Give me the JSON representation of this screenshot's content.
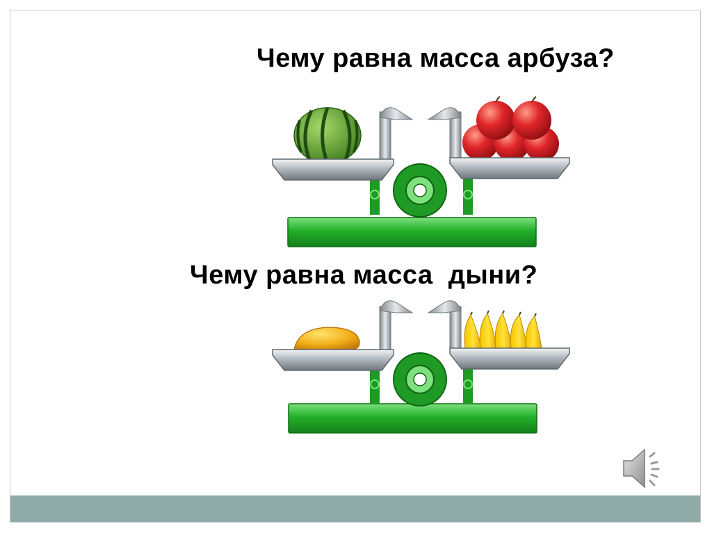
{
  "questions": {
    "watermelon": "Чему равна масса арбуза?",
    "melon": "Чему равна масса  дыни?"
  },
  "scales": {
    "top": {
      "left_pan": "watermelon",
      "right_pan": "apples"
    },
    "bottom": {
      "left_pan": "melon",
      "right_pan": "bananas"
    }
  },
  "colors": {
    "base_green": "#22b02a",
    "pan_grey": "#9aa2a8",
    "footer": "#8faaa7"
  },
  "icons": {
    "sound": "speaker-icon"
  }
}
